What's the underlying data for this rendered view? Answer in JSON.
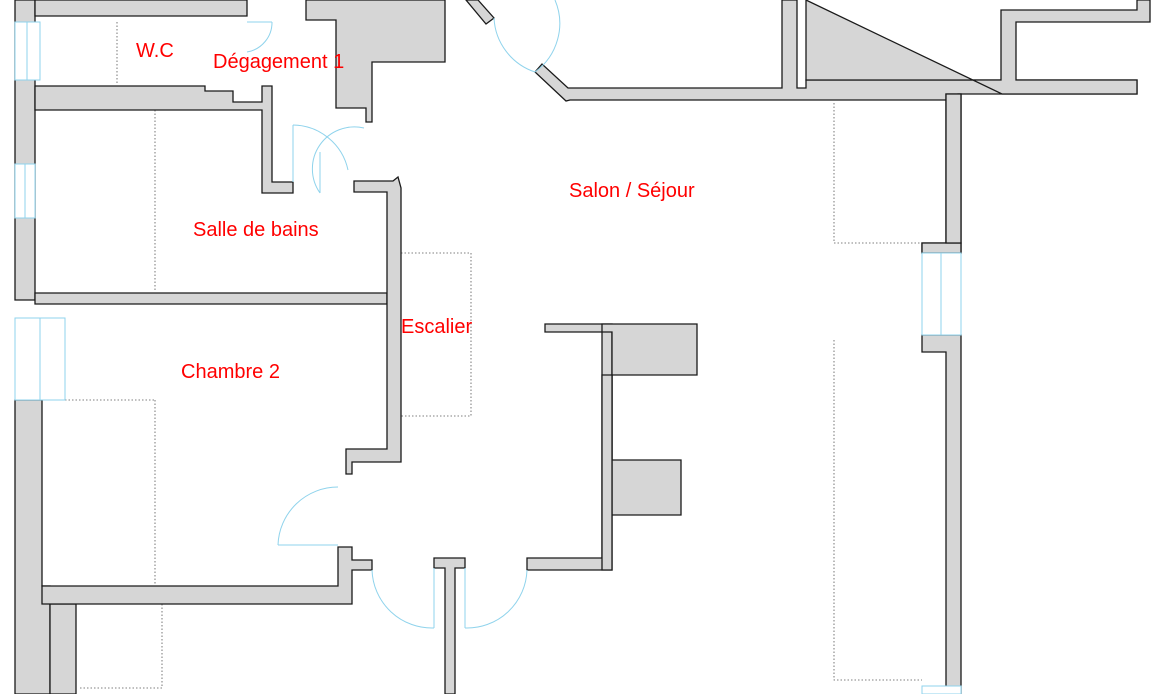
{
  "plan": {
    "labels": {
      "wc": "W.C",
      "degagement": "Dégagement 1",
      "salle_de_bains": "Salle de bains",
      "chambre": "Chambre 2",
      "escalier": "Escalier",
      "salon": "Salon / Séjour"
    },
    "colors": {
      "wall_fill": "#d6d6d6",
      "wall_stroke": "#1a1a1a",
      "door_window": "#8fd3ec",
      "label": "#ff0000"
    }
  }
}
